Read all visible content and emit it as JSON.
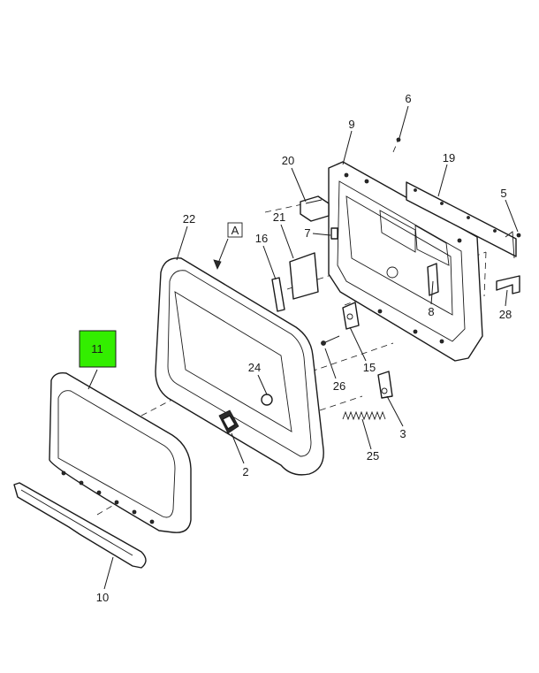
{
  "callouts": {
    "c2": "2",
    "c3": "3",
    "c5": "5",
    "c6": "6",
    "c7": "7",
    "c8": "8",
    "c9": "9",
    "c10": "10",
    "c11": "11",
    "c15": "15",
    "c16": "16",
    "c19": "19",
    "c20": "20",
    "c21": "21",
    "c22": "22",
    "c24": "24",
    "c25": "25",
    "c26": "26",
    "c28": "28"
  },
  "view_label": "A",
  "colors": {
    "highlight": "#33ee00",
    "line": "#1a1a1a"
  }
}
